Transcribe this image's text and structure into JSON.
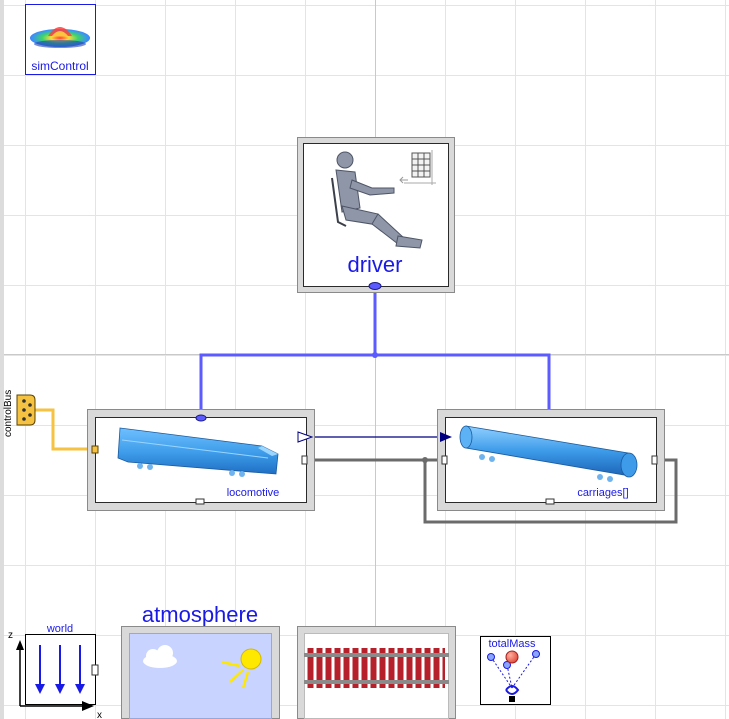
{
  "components": {
    "simcontrol": {
      "label": "simControl"
    },
    "driver": {
      "label": "driver"
    },
    "locomotive": {
      "label": "locomotive"
    },
    "carriages": {
      "label": "carriages[]"
    },
    "world": {
      "label": "world",
      "axis_z": "z",
      "axis_x": "x"
    },
    "atmosphere": {
      "label": "atmosphere"
    },
    "totalmass": {
      "label": "totalMass"
    }
  },
  "ports": {
    "controlbus": {
      "label": "controlBus"
    }
  },
  "colors": {
    "label_blue": "#1a1ae6",
    "control_connection": "#5b5bff",
    "bus_connection": "#f5c242",
    "mechanical_connection": "#6b6b6b",
    "signal_connection": "#000080",
    "body_blue": "#3d9be9",
    "sky": "#c8d4ff",
    "rail_red": "#b5202a"
  },
  "icons": {
    "simcontrol": "surface-plot-icon",
    "driver": "robot-driver-icon",
    "locomotive": "locomotive-icon",
    "carriages": "tank-wagon-icon",
    "world": "gravity-field-icon",
    "atmosphere": "cloud-sun-icon",
    "track": "railway-track-icon",
    "totalmass": "mass-aggregation-icon"
  }
}
